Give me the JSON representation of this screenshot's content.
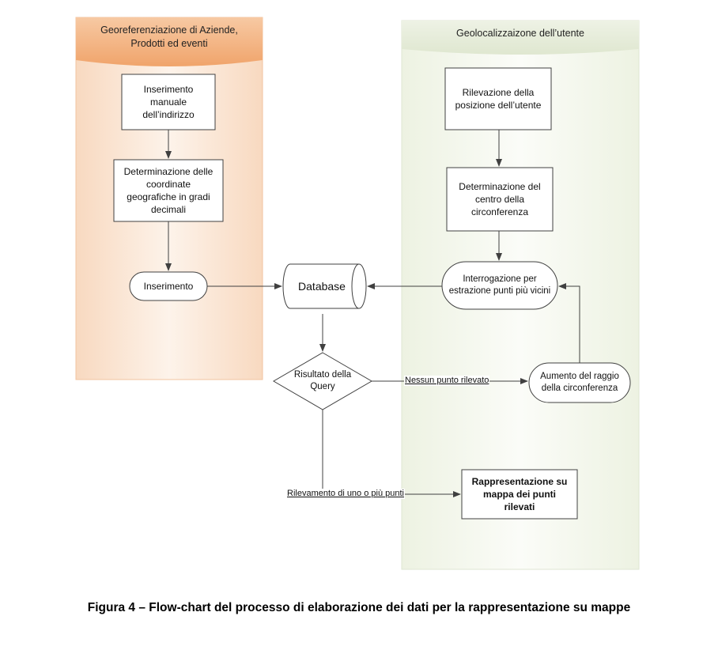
{
  "lanes": {
    "left": {
      "title_line1": "Georeferenziazione di Aziende,",
      "title_line2": "Prodotti ed eventi"
    },
    "right": {
      "title": "Geolocalizzaizone dell’utente"
    }
  },
  "nodes": {
    "manual_insert": [
      "Inserimento",
      "manuale",
      "dell’indirizzo"
    ],
    "coords": [
      "Determinazione delle",
      "coordinate",
      "geografiche in gradi",
      "decimali"
    ],
    "insert": "Inserimento",
    "database": "Database",
    "query_result": [
      "Risultato della",
      "Query"
    ],
    "user_position": [
      "Rilevazione della",
      "posizione dell’utente"
    ],
    "circle_center": [
      "Determinazione del",
      "centro della",
      "circonferenza"
    ],
    "query_nearest": [
      "Interrogazione per",
      "estrazione punti più vicini"
    ],
    "increase_radius": [
      "Aumento del raggio",
      "della circonferenza"
    ],
    "map_render": [
      "Rappresentazione su",
      "mappa dei punti",
      "rilevati"
    ]
  },
  "edges": {
    "no_point": "Nessun punto rilevato",
    "found_points": "Rilevamento di uno o più punti"
  },
  "caption": "Figura 4 – Flow-chart del processo di elaborazione dei dati per la rappresentazione su mappe",
  "colors": {
    "left_lane_header": "#f2ad79",
    "left_lane_body": "#fbe3d1",
    "right_lane_header": "#e4ebd8",
    "right_lane_body": "#f4f7ee",
    "stroke": "#404040"
  }
}
